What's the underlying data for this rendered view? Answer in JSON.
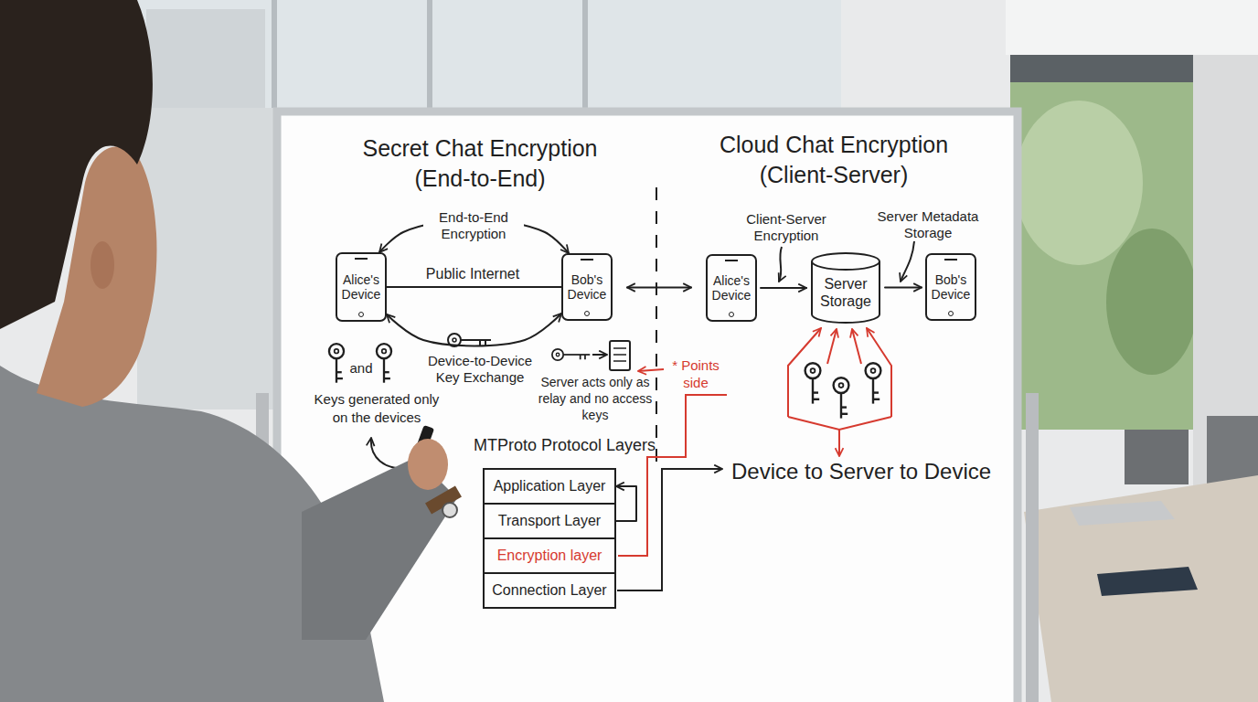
{
  "diagram": {
    "nodes": [
      {
        "text": [
          "Alice's Device"
        ]
      },
      {
        "text": [
          "Bob's Device"
        ]
      },
      {
        "text": [
          "Alice's Device"
        ]
      },
      {
        "text": [
          "Server Storage"
        ]
      },
      {
        "text": [
          "Bob's Device"
        ]
      },
      {
        "text": [
          "MTProto Protocol Layers"
        ]
      },
      {
        "text": [
          "Application Layer"
        ],
        "in": 5
      },
      {
        "text": [
          "Transport Layer"
        ],
        "in": 5
      },
      {
        "text": [
          "Encryption layer"
        ],
        "in": 5
      },
      {
        "text": [
          "Connection Layer"
        ],
        "in": 5
      }
    ],
    "edges": [
      {
        "from": 0,
        "to": 1,
        "label": "End-to-End Encryption",
        "arrow": "both"
      },
      {
        "from": 0,
        "to": 1,
        "label": "Public Internet",
        "arrow": "none"
      },
      {
        "from": 0,
        "to": 1,
        "label": "Device-to-Device Key Exchange",
        "arrow": "both"
      },
      {
        "from": 1,
        "to": 2,
        "arrow": "both"
      },
      {
        "from": 2,
        "to": 3,
        "arrow": "to"
      },
      {
        "from": 3,
        "to": 4,
        "arrow": "to"
      },
      {
        "from": 7,
        "to": 6,
        "arrow": "to"
      }
    ],
    "labels": [
      "Secret Chat Encryption (End-to-End)",
      "Cloud Chat Encryption (Client-Server)",
      "and",
      "Keys generated only on the devices",
      "Server acts only as relay and no access keys",
      "* Points side",
      "Client-Server Encryption",
      "Server Metadata Storage",
      "Device to Server to Device"
    ]
  }
}
